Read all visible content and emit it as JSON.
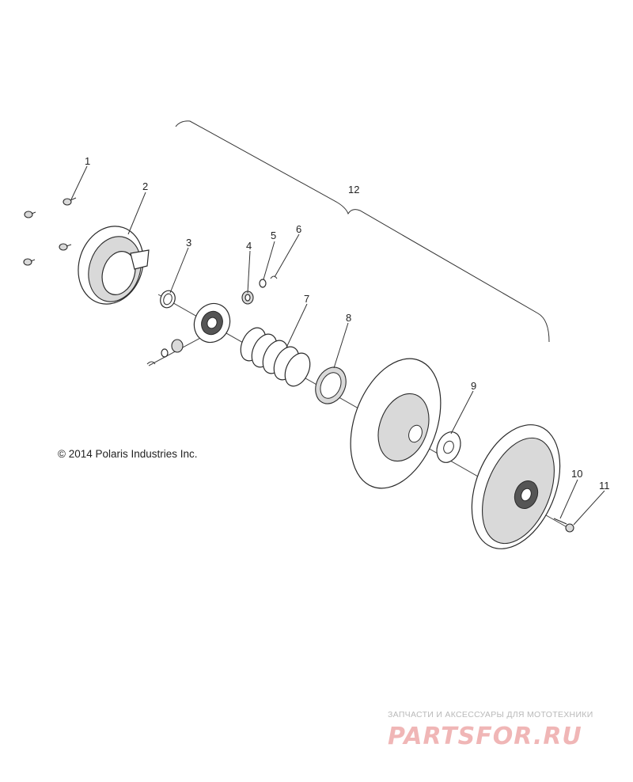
{
  "diagram": {
    "callouts": [
      {
        "id": "1",
        "label": "1"
      },
      {
        "id": "2",
        "label": "2"
      },
      {
        "id": "3",
        "label": "3"
      },
      {
        "id": "4",
        "label": "4"
      },
      {
        "id": "5",
        "label": "5"
      },
      {
        "id": "6",
        "label": "6"
      },
      {
        "id": "7",
        "label": "7"
      },
      {
        "id": "8",
        "label": "8"
      },
      {
        "id": "9",
        "label": "9"
      },
      {
        "id": "10",
        "label": "10"
      },
      {
        "id": "11",
        "label": "11"
      },
      {
        "id": "12",
        "label": "12"
      }
    ],
    "copyright": "© 2014 Polaris Industries Inc."
  },
  "watermark": {
    "tagline": "ЗАПЧАСТИ И АКСЕССУАРЫ ДЛЯ МОТОТЕХНИКИ",
    "logo_text": "PARTSFOR.RU",
    "color": "#e03030"
  }
}
